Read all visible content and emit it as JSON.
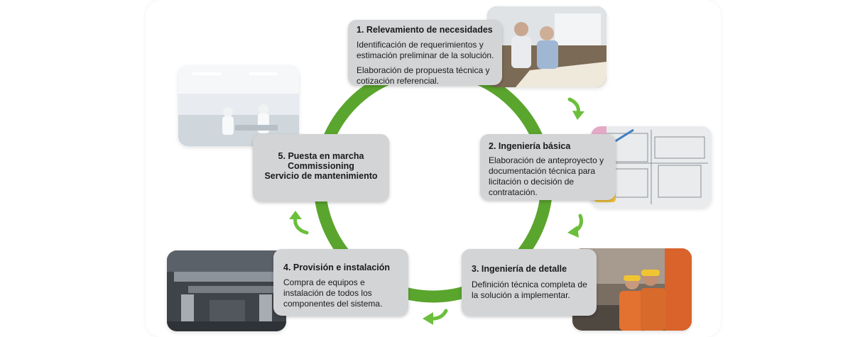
{
  "colors": {
    "ring": "#5aa52d",
    "arrow": "#6bbf3a",
    "card_bg": "#d3d4d6"
  },
  "steps": [
    {
      "title": "1. Relevamiento de necesidades",
      "p1": "Identificación de requerimientos y estimación preliminar de la solución.",
      "p2": "Elaboración de propuesta técnica y cotización referencial."
    },
    {
      "title": "2. Ingeniería básica",
      "p1": "Elaboración de anteproyecto y documentación técnica para licitación o decisión de contratación."
    },
    {
      "title": "3. Ingeniería de detalle",
      "p1": "Definición técnica completa de la solución a implementar."
    },
    {
      "title": "4. Provisión e instalación",
      "p1": "Compra de equipos e instalación de todos los componentes del sistema."
    },
    {
      "lines": [
        "5. Puesta en marcha",
        "Commissioning",
        "Servicio de mantenimiento"
      ]
    }
  ],
  "photos": [
    {
      "name": "engineers-reviewing-plans-photo"
    },
    {
      "name": "blueprint-drawings-photo"
    },
    {
      "name": "workers-hardhats-photo"
    },
    {
      "name": "industrial-ductwork-photo"
    },
    {
      "name": "cleanroom-lab-photo"
    }
  ],
  "icons": {
    "arrow": "curved-arrow-icon"
  }
}
